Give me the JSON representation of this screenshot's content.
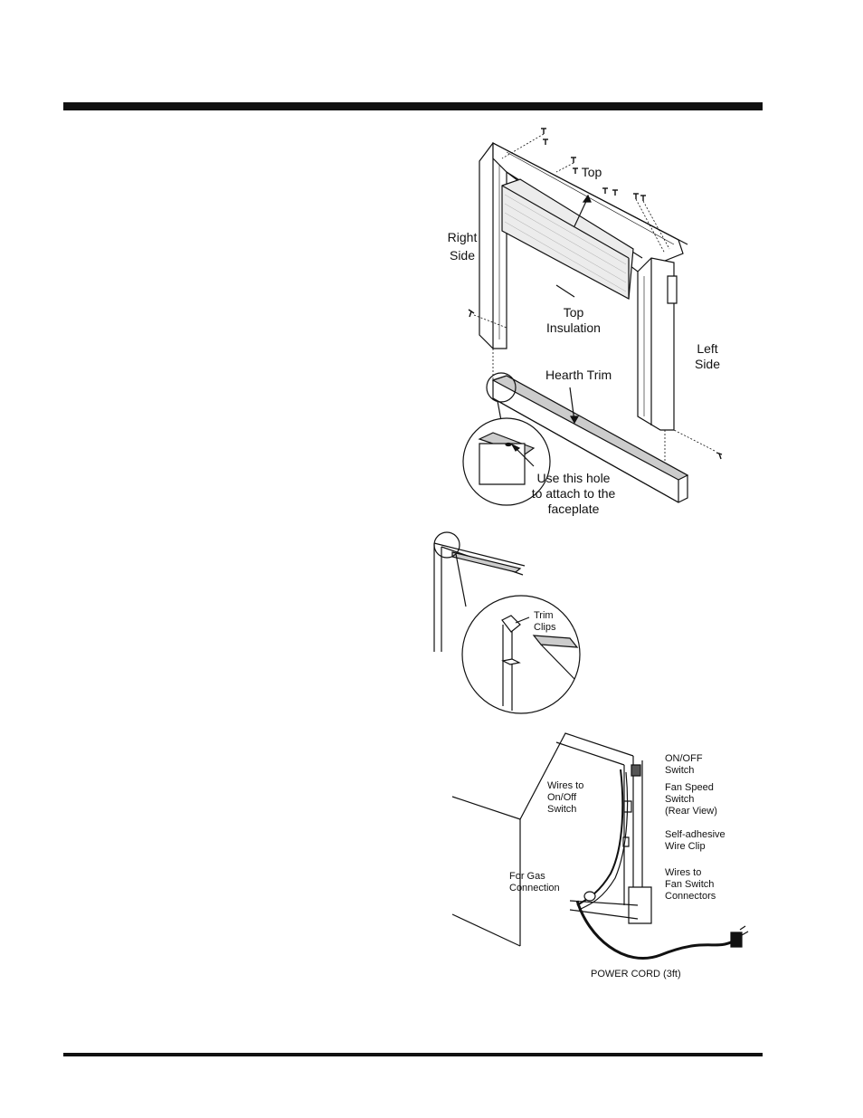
{
  "figure1": {
    "top": "Top",
    "right_side": "Right\nSide",
    "top_insulation": "Top\nInsulation",
    "left_side": "Left\nSide",
    "hearth_trim": "Hearth Trim",
    "use_hole": "Use this hole\nto attach to the\nfaceplate"
  },
  "figure2": {
    "trim_clips": "Trim\nClips"
  },
  "figure3": {
    "on_off_switch": "ON/OFF\nSwitch",
    "wires_on_off": "Wires to\nOn/Off\nSwitch",
    "fan_speed_switch": "Fan Speed\nSwitch\n(Rear View)",
    "self_adhesive": "Self-adhesive\nWire Clip",
    "wires_fan": "Wires to\nFan Switch\nConnectors",
    "gas_connection": "For Gas\nConnection",
    "power_cord": "POWER CORD (3ft)"
  }
}
